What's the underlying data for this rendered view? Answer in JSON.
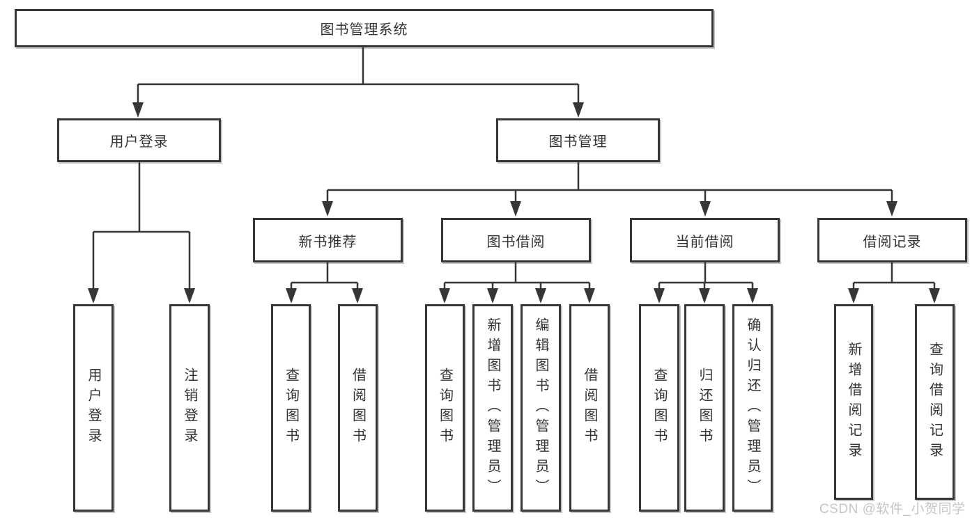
{
  "diagram": {
    "root": {
      "label": "图书管理系统"
    },
    "level2": [
      {
        "label": "用户登录"
      },
      {
        "label": "图书管理"
      }
    ],
    "level3": [
      {
        "label": "新书推荐"
      },
      {
        "label": "图书借阅"
      },
      {
        "label": "当前借阅"
      },
      {
        "label": "借阅记录"
      }
    ],
    "leaves": {
      "userLogin": [
        {
          "label": "用户登录"
        },
        {
          "label": "注销登录"
        }
      ],
      "newBook": [
        {
          "label": "查询图书"
        },
        {
          "label": "借阅图书"
        }
      ],
      "bookBorrow": [
        {
          "label": "查询图书"
        },
        {
          "label": "新增图书（管理员）"
        },
        {
          "label": "编辑图书（管理员）"
        },
        {
          "label": "借阅图书"
        }
      ],
      "currentBorrow": [
        {
          "label": "查询图书"
        },
        {
          "label": "归还图书"
        },
        {
          "label": "确认归还（管理员）"
        }
      ],
      "borrowRecord": [
        {
          "label": "新增借阅记录"
        },
        {
          "label": "查询借阅记录"
        }
      ]
    }
  },
  "watermark": {
    "text": "CSDN @软件_小贺同学"
  },
  "colors": {
    "line": "#363636",
    "text": "#333333",
    "watermark": "#c3c6c9",
    "background": "#ffffff"
  }
}
